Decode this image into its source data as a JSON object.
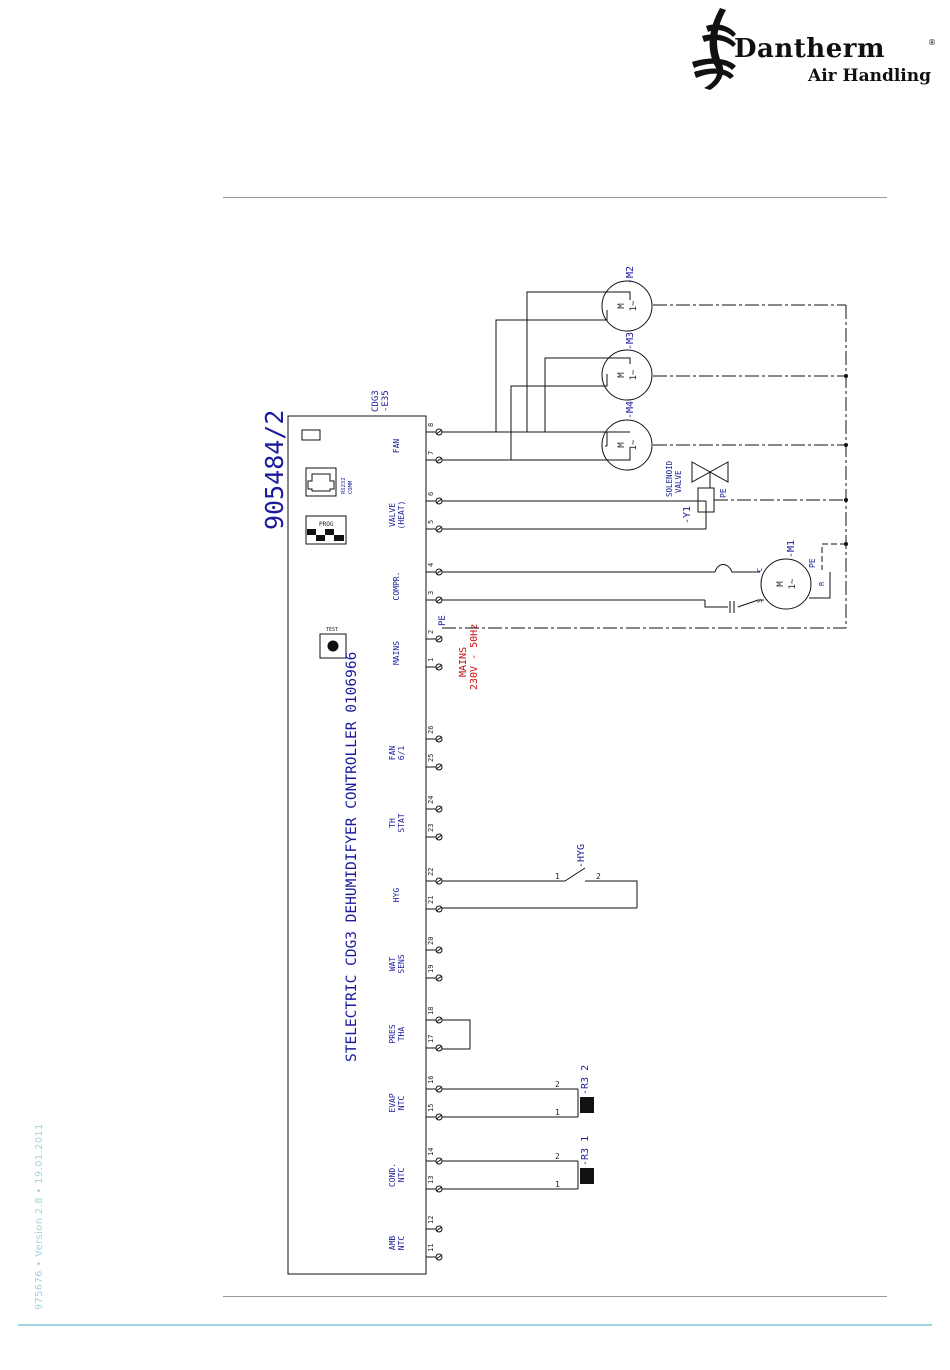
{
  "brand": {
    "name": "Dantherm",
    "registered": "®",
    "division": "Air Handling"
  },
  "footer": {
    "version": "975676 • Version 2.8 • 19.01.2011"
  },
  "drawing": {
    "number": "905484/2",
    "controller_title": "STELECTRIC CDG3 DEHUMIDIFYER CONTROLLER 0106966",
    "controller_ref": "CDG3",
    "controller_tag": "-E35",
    "connector_label": "RS232",
    "connector_sub": "COMM",
    "prog_label": "PROG",
    "test_label": "TEST",
    "groups": [
      {
        "id": "fan",
        "label": "FAN",
        "t1": "8",
        "t2": "7"
      },
      {
        "id": "valve",
        "label": "VALVE",
        "label2": "(HEAT)",
        "t1": "6",
        "t2": "5"
      },
      {
        "id": "compr",
        "label": "COMPR.",
        "t1": "4",
        "t2": "3"
      },
      {
        "id": "mains",
        "label": "MAINS",
        "t1": "2",
        "t2": "1"
      },
      {
        "id": "fan61",
        "label": "FAN",
        "label2": "6/1",
        "t1": "26",
        "t2": "25"
      },
      {
        "id": "thstat",
        "label": "TH",
        "label2": "STAT",
        "t1": "24",
        "t2": "23"
      },
      {
        "id": "hyg",
        "label": "HYG",
        "t1": "22",
        "t2": "21"
      },
      {
        "id": "watsens",
        "label": "WAT",
        "label2": "SENS",
        "t1": "20",
        "t2": "19"
      },
      {
        "id": "prestha",
        "label": "PRES",
        "label2": "THA",
        "t1": "18",
        "t2": "17"
      },
      {
        "id": "evap",
        "label": "EVAP",
        "label2": "NTC",
        "t1": "16",
        "t2": "15"
      },
      {
        "id": "cond",
        "label": "COND.",
        "label2": "NTC",
        "t1": "14",
        "t2": "13"
      },
      {
        "id": "amb",
        "label": "AMB",
        "label2": "NTC",
        "t1": "12",
        "t2": "11"
      }
    ],
    "pe_label": "PE",
    "mains_supply": "MAINS",
    "mains_rating": "230V - 50Hz",
    "motors": [
      {
        "id": "m2",
        "tag": "-M2"
      },
      {
        "id": "m3",
        "tag": "-M3"
      },
      {
        "id": "m4",
        "tag": "-M4"
      }
    ],
    "motor_symbol": "M",
    "motor_phase": "1~",
    "compressor": {
      "tag": "-M1",
      "c": "C",
      "s": "S",
      "r": "R",
      "pe": "PE"
    },
    "solenoid": {
      "name": "SOLENOID",
      "name2": "VALVE",
      "tag": "-Y1",
      "pe": "PE"
    },
    "hyg_switch": {
      "tag": "-HYG",
      "p1": "1",
      "p2": "2"
    },
    "ntc_sensors": [
      {
        "id": "r32",
        "tag": "-R3 2",
        "p1": "1",
        "p2": "2"
      },
      {
        "id": "r31",
        "tag": "-R3 1",
        "p1": "1",
        "p2": "2"
      }
    ]
  }
}
